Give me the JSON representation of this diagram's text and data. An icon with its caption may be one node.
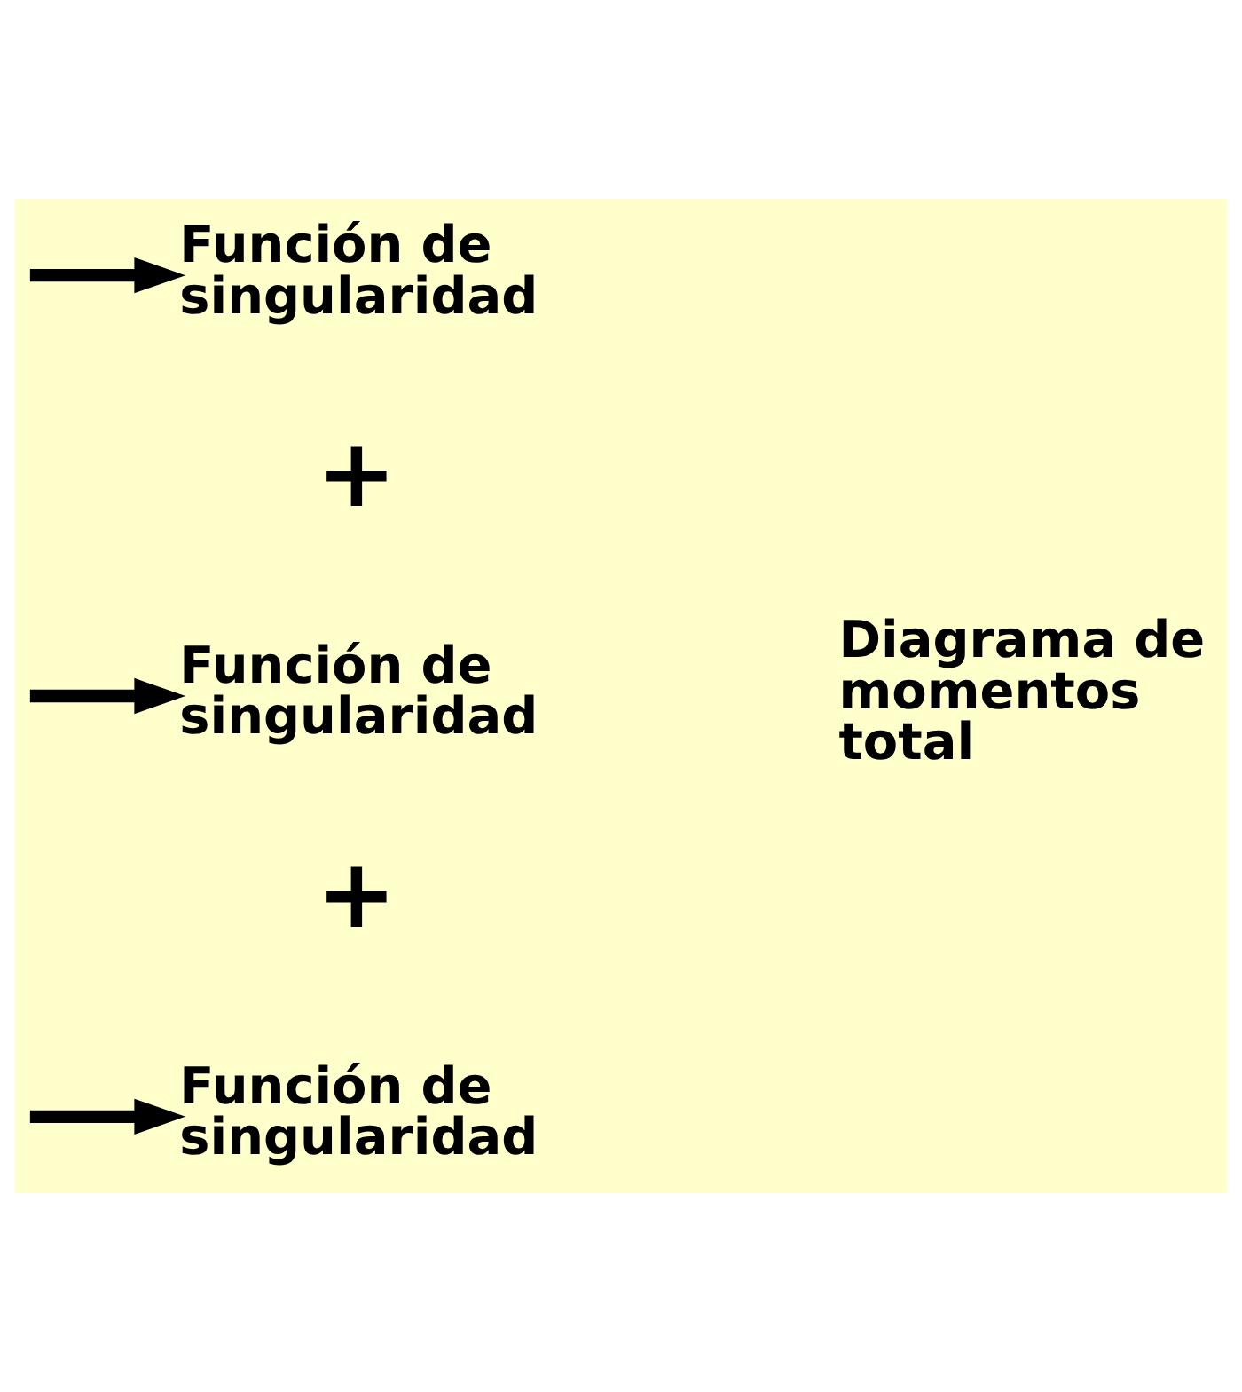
{
  "diagram": {
    "nodes": [
      {
        "text": [
          "Función de singularidad"
        ]
      },
      {
        "text": [
          "Función de singularidad"
        ]
      },
      {
        "text": [
          "Función de singularidad"
        ]
      }
    ],
    "edges": [
      {
        "from": null,
        "to": 0,
        "arrow": "to"
      },
      {
        "from": null,
        "to": 1,
        "arrow": "to"
      },
      {
        "from": null,
        "to": 2,
        "arrow": "to"
      }
    ],
    "labels": [
      "+",
      "+",
      "Diagrama de momentos total"
    ]
  }
}
